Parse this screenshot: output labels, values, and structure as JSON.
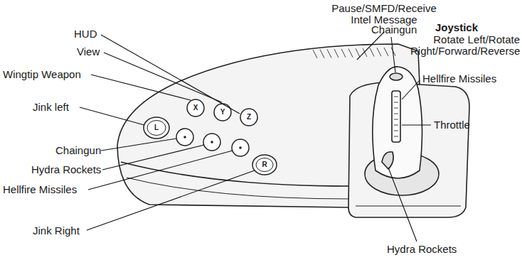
{
  "diagram": {
    "labels": [
      "Pause/SMFD/Receive Intel Message",
      "HUD",
      "View",
      "Wingtip Weapon",
      "Jink left",
      "Chaingun",
      "Hydra Rockets",
      "Hellfire Missiles",
      "Jink Right",
      "Joystick",
      "Rotate Left/Rotate Right/Forward/Reverse",
      "Chaingun",
      "Hellfire Missiles",
      "Throttle",
      "Hydra Rockets",
      "L",
      "X",
      "Y",
      "Z",
      "R"
    ]
  }
}
